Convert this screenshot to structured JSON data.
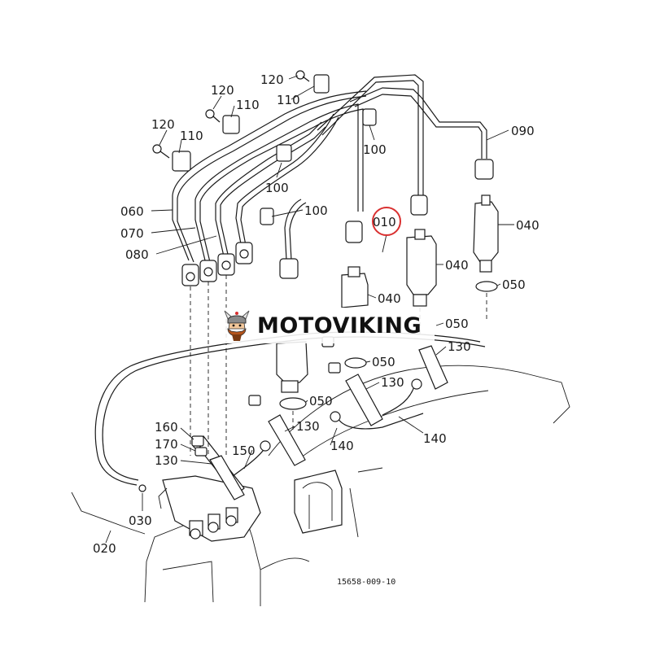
{
  "brand": {
    "name": "MOTOVIKING",
    "logo_icon": "viking-mascot-icon",
    "text_color": "#111111"
  },
  "highlight": {
    "label": "010",
    "circle_color": "#d93030"
  },
  "drawing_number": "15658-009-10",
  "callouts": {
    "c120a": "120",
    "c120b": "120",
    "c120c": "120",
    "c110a": "110",
    "c110b": "110",
    "c110c": "110",
    "c100a": "100",
    "c100b": "100",
    "c100c": "100",
    "c090": "090",
    "c060": "060",
    "c070": "070",
    "c080": "080",
    "c040a": "040",
    "c040b": "040",
    "c040c": "040",
    "c050a": "050",
    "c050b": "050",
    "c050c": "050",
    "c050d": "050",
    "c130a": "130",
    "c130b": "130",
    "c130c": "130",
    "c130d": "130",
    "c140a": "140",
    "c140b": "140",
    "c150": "150",
    "c160": "160",
    "c170": "170",
    "c030": "030",
    "c020": "020"
  }
}
